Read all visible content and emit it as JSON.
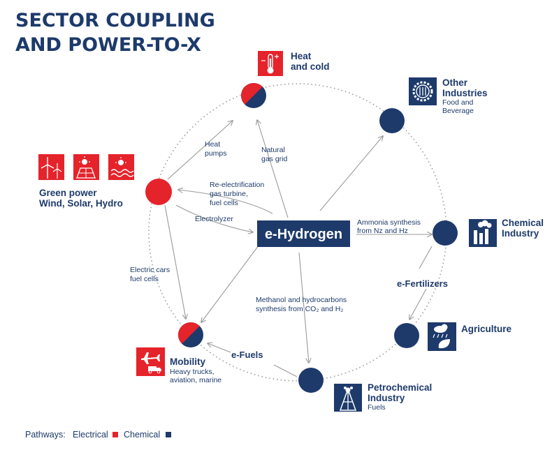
{
  "title": {
    "line1": "SECTOR COUPLING",
    "line2": "AND POWER-TO-X"
  },
  "center": {
    "label": "e-Hydrogen"
  },
  "colors": {
    "navy": "#1d3a6b",
    "red": "#e5232b",
    "arrow": "#9a9a9a",
    "ring": "#9a9a9a"
  },
  "nodes": {
    "heat": {
      "name1": "Heat",
      "name2": "and cold",
      "icon": "thermometer-icon"
    },
    "other": {
      "name1": "Other",
      "name2": "Industries",
      "sub1": "Food and",
      "sub2": "Beverage",
      "icon": "gear-food-icon"
    },
    "green": {
      "name1": "Green power",
      "name2": "Wind, Solar, Hydro",
      "icons": [
        "wind-turbine-icon",
        "solar-panel-icon",
        "hydro-wave-icon"
      ]
    },
    "chem": {
      "name1": "Chemical",
      "name2": "Industry",
      "icon": "factory-icon"
    },
    "agri": {
      "name1": "Agriculture",
      "icon": "weather-leaf-icon"
    },
    "petro": {
      "name1": "Petrochemical",
      "name2": "Industry",
      "sub1": "Fuels",
      "icon": "oil-rig-icon"
    },
    "mob": {
      "name1": "Mobility",
      "sub1": "Heavy trucks,",
      "sub2": "aviation, marine",
      "icon": "plane-truck-icon"
    }
  },
  "edges": {
    "heat_pumps": {
      "l1": "Heat",
      "l2": "pumps"
    },
    "natural_gas": {
      "l1": "Natural",
      "l2": "gas grid"
    },
    "reelec": {
      "l1": "Re-electrification",
      "l2": "gas turbine,",
      "l3": "fuel cells"
    },
    "electrolyzer": {
      "l1": "Electrolyzer"
    },
    "ammonia": {
      "l1": "Ammonia synthesis",
      "l2": "from Nz and Hz"
    },
    "efert": {
      "l1": "e-Fertilizers"
    },
    "methanol": {
      "l1": "Methanol and hydrocarbons",
      "l2": "synthesis from CO₂ and H₂"
    },
    "ecars": {
      "l1": "Electric cars",
      "l2": "fuel cells"
    },
    "efuels": {
      "l1": "e-Fuels"
    }
  },
  "legend": {
    "prefix": "Pathways:",
    "electrical": "Electrical",
    "chemical": "Chemical"
  }
}
